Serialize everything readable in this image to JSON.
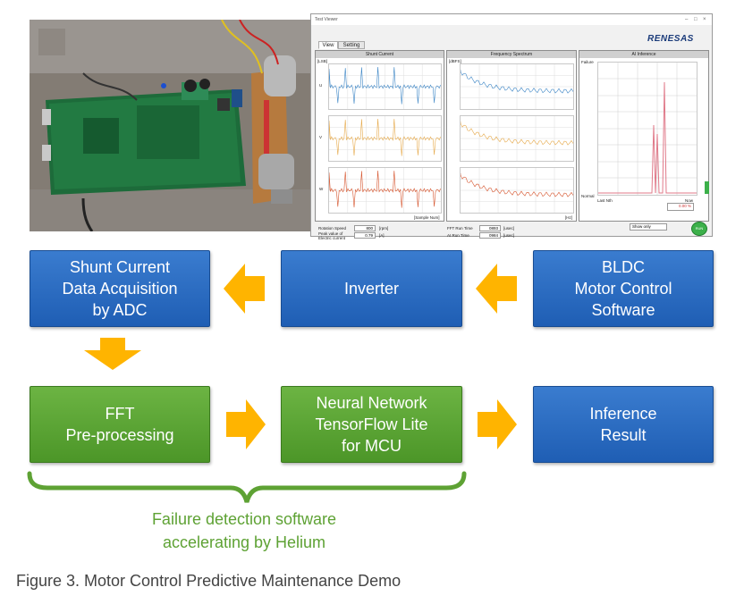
{
  "app": {
    "window_title": "Test Viewer",
    "brand": "RENESAS",
    "tabs": [
      "View",
      "Setting"
    ],
    "panels": [
      {
        "title": "Shunt Current",
        "unit": "[LSB]",
        "footer": "[Sample Num]",
        "phases": [
          "U",
          "V",
          "W"
        ],
        "colors": [
          "#3d86c6",
          "#e6a94a",
          "#d6552e"
        ]
      },
      {
        "title": "Frequency Spectrum",
        "unit": "[dBFS]",
        "footer": "[Hz]"
      },
      {
        "title": "AI Inference",
        "top_label": "Failure",
        "bottom_label": "Normal",
        "x_left": "Last Nth",
        "x_right": "Now",
        "percent": "0.00 %"
      }
    ],
    "controls": {
      "rotation_speed_label": "Rotation Speed",
      "rotation_speed_value": "800",
      "rotation_speed_unit": "[rpm]",
      "peak_label": "Peak value of\nElectric current",
      "peak_value": "0.79",
      "peak_unit": "[A]",
      "fft_label": "FFT Run Time",
      "fft_value": "0893",
      "fft_unit": "[usec]",
      "ai_label": "AI Run Time",
      "ai_value": "0984",
      "ai_unit": "[usec]",
      "mode_value": "Show only",
      "run_button": "RUN"
    }
  },
  "flow": {
    "shunt": "Shunt Current\nData Acquisition\nby ADC",
    "inverter": "Inverter",
    "bldc": "BLDC\nMotor Control\nSoftware",
    "fft": "FFT\nPre-processing",
    "nn": "Neural Network\nTensorFlow Lite\nfor MCU",
    "inference": "Inference\nResult"
  },
  "brace_caption": "Failure detection software\naccelerating by Helium",
  "figure_caption": "Figure 3. Motor Control Predictive Maintenance Demo",
  "colors": {
    "blue": "#2668bf",
    "green": "#5aa535",
    "arrow": "#ffb400",
    "caption_green": "#5ea234"
  }
}
